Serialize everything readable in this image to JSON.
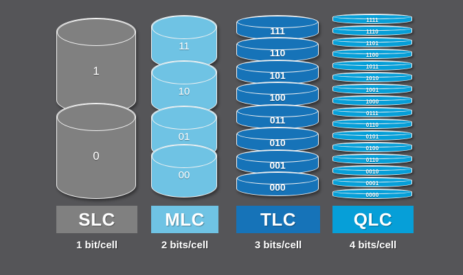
{
  "background_color": "#555558",
  "columns": [
    {
      "id": "slc",
      "name": "SLC",
      "label": "SLC",
      "caption": "1 bit/cell",
      "badge_color": "#808080",
      "cell_color": "#808080",
      "bits_per_cell": 1,
      "level_count": 2,
      "levels": [
        "1",
        "0"
      ]
    },
    {
      "id": "mlc",
      "name": "MLC",
      "label": "MLC",
      "caption": "2 bits/cell",
      "badge_color": "#6fc3e4",
      "cell_color": "#6fc3e4",
      "bits_per_cell": 2,
      "level_count": 4,
      "levels": [
        "11",
        "10",
        "01",
        "00"
      ]
    },
    {
      "id": "tlc",
      "name": "TLC",
      "label": "TLC",
      "caption": "3 bits/cell",
      "badge_color": "#1673b8",
      "cell_color": "#1673b8",
      "bits_per_cell": 3,
      "level_count": 8,
      "levels": [
        "111",
        "110",
        "101",
        "100",
        "011",
        "010",
        "001",
        "000"
      ]
    },
    {
      "id": "qlc",
      "name": "QLC",
      "label": "QLC",
      "caption": "4 bits/cell",
      "badge_color": "#069fd8",
      "cell_color": "#069fd8",
      "bits_per_cell": 4,
      "level_count": 16,
      "levels": [
        "1111",
        "1110",
        "1101",
        "1100",
        "1011",
        "1010",
        "1001",
        "1000",
        "0111",
        "0110",
        "0101",
        "0100",
        "0110",
        "0010",
        "0001",
        "0000"
      ]
    }
  ]
}
